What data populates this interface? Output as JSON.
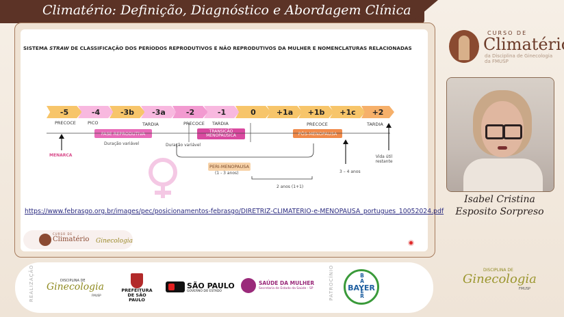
{
  "header": {
    "title": "Climatério: Definição, Diagnóstico e Abordagem Clínica"
  },
  "slide": {
    "title_prefix": "SISTEMA ",
    "title_em": "STRAW",
    "title_suffix": " DE CLASSIFICAÇÃO DOS PERÍODOS REPRODUTIVOS E NÃO REPRODUTIVOS DA MULHER E NOMENCLATURAS RELACIONADAS",
    "stages": [
      "-5",
      "-4",
      "-3b",
      "-3a",
      "-2",
      "-1",
      "0",
      "+1a",
      "+1b",
      "+1c",
      "+2"
    ],
    "stage_labels": {
      "precoce1": "PRECOCE",
      "pico": "PICO",
      "tardia1": "TARDIA",
      "precoce2": "PRECOCE",
      "tardia2": "TARDIA",
      "precoce3": "PRECOCE",
      "tardia3": "TARDIA"
    },
    "boxes": {
      "fase": "FASE REPRODUTIVA",
      "transicao": "TRANSIÇÃO MENOPAUSICA",
      "pos": "PÓS-MENOPAUSA",
      "peri": "PERI-MENOPAUSA",
      "peri_sub": "(1 - 3 anos)"
    },
    "notes": {
      "dur1": "Duração variável",
      "dur2": "Duração variável",
      "menarca": "MENARCA",
      "anos2": "2 anos (1+1)",
      "anos34": "3 – 4 anos",
      "vida": "Vida útil restante"
    },
    "link": "https://www.febrasgo.org.br/images/pec/posicionamentos-febrasgo/DIRETRIZ-CLIMATERIO-e-MENOPAUSA_portugues_10052024.pdf",
    "logo_curso": "CURSO DE",
    "logo_climaterio": "Climatério",
    "logo_ginecologia": "Ginecologia"
  },
  "brand": {
    "curso": "CURSO DE",
    "main": "Climatério",
    "sub": "da Disciplina de Ginecologia da FMUSP"
  },
  "speaker": {
    "line1": "Isabel Cristina",
    "line2": "Esposito Sorpreso"
  },
  "sponsors": {
    "realizacao": "REALIZAÇÃO",
    "patrocinio": "PATROCÍNIO",
    "gin_a": "DISCIPLINA DE",
    "gin_b": "Ginecologia",
    "gin_c": "FMUSP",
    "pref": "PREFEITURA DE SÃO PAULO",
    "sp1": "SÃO PAULO",
    "sp2": "GOVERNO DO ESTADO",
    "sm1": "SAÚDE DA MULHER",
    "sm2": "Secretaria de Estado da Saúde - SP",
    "bayer": "BAYER"
  },
  "bottom_right": {
    "a": "DISCIPLINA DE",
    "b": "Ginecologia",
    "c": "FMUSP"
  },
  "colors": {
    "banner": "#5c3326",
    "stage": "#f6c46a",
    "pink": "#f2a8d8",
    "orange": "#f4b07a"
  }
}
